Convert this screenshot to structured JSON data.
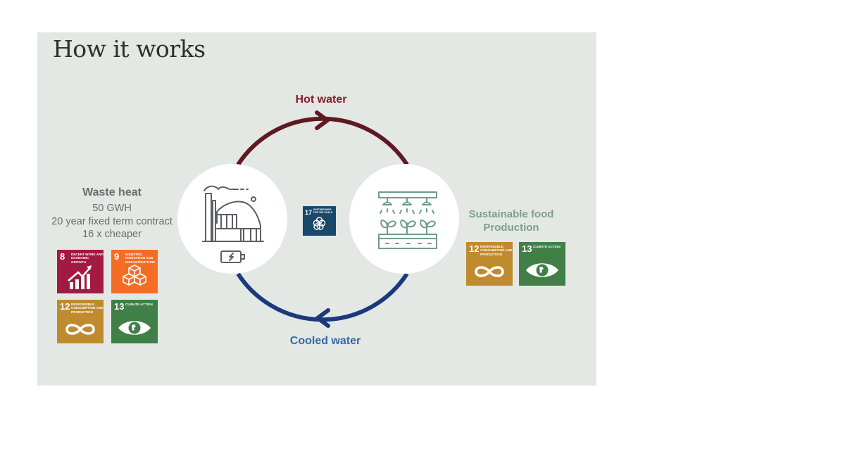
{
  "title": "How it works",
  "flows": {
    "hot": "Hot water",
    "cooled": "Cooled water"
  },
  "waste_heat": {
    "title": "Waste heat",
    "lines": [
      "50 GWH",
      "20 year fixed term contract",
      "16 x cheaper"
    ]
  },
  "food": {
    "line1": "Sustainable food",
    "line2": "Production"
  },
  "sdg": {
    "goal8": {
      "num": "8",
      "caption": "Decent work and economic growth"
    },
    "goal9": {
      "num": "9",
      "caption": "Industry, innovation and infrastructure"
    },
    "goal12": {
      "num": "12",
      "caption": "Responsible consumption and production"
    },
    "goal13": {
      "num": "13",
      "caption": "Climate action"
    },
    "goal17": {
      "num": "17",
      "caption": "Partnerships for the goals"
    }
  },
  "colors": {
    "hot_arrow": "#5e1a22",
    "cool_arrow": "#1a3a7c",
    "factory_icon": "#5a5f66",
    "farm_icon": "#6f9c8c",
    "sdg8": "#a21942",
    "sdg9": "#f36d25",
    "sdg12": "#bf8b2e",
    "sdg13": "#407f46",
    "sdg17": "#19486a"
  },
  "icons": [
    "factory-icon",
    "battery-icon",
    "greenhouse-sprinkler-icon",
    "sprout-icon"
  ]
}
